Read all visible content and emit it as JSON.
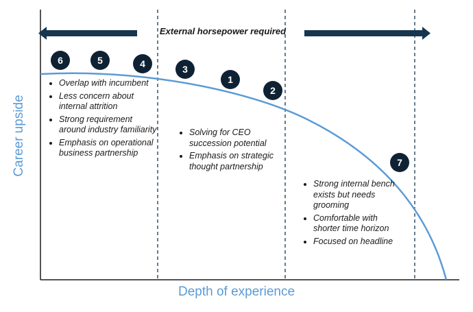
{
  "colors": {
    "curve": "#5b9bd5",
    "arrow": "#16364f",
    "marker_bg": "#0f2233",
    "axis": "#1a1a1a"
  },
  "banner": "External horsepower required",
  "axes": {
    "x_label": "Depth of experience",
    "y_label": "Career upside"
  },
  "markers": [
    "6",
    "5",
    "4",
    "3",
    "1",
    "2",
    "7"
  ],
  "columns": [
    {
      "items": [
        "Overlap with incumbent",
        "Less concern about internal attrition",
        "Strong requirement around industry familiarity",
        "Emphasis on operational business partnership"
      ]
    },
    {
      "items": [
        "Solving for CEO succession potential",
        "Emphasis on strategic thought partnership"
      ]
    },
    {
      "items": [
        "Strong internal bench exists but needs grooming",
        "Comfortable with shorter time horizon",
        "Focused on headline"
      ]
    }
  ]
}
